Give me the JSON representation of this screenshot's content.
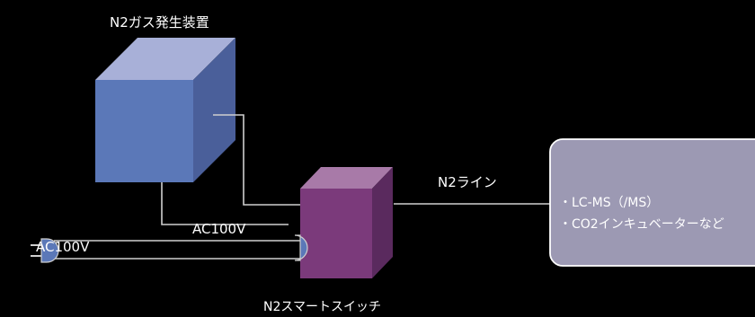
{
  "labels": {
    "generator": "N2ガス発生装置",
    "smart_switch": "N2スマートスイッチ",
    "n2_line": "N2ライン",
    "ac_generator": "AC100V",
    "ac_switch": "AC100V"
  },
  "devices": {
    "items": [
      "・LC-MS（/MS）",
      "・CO2インキュベーターなど"
    ]
  },
  "colors": {
    "background": "#000000",
    "generator_top": "#a8b0d8",
    "generator_front": "#5b78b8",
    "generator_side": "#4a5f9a",
    "switch_top": "#a87aa8",
    "switch_front": "#7b3a7b",
    "switch_side": "#5a2a5e",
    "connector": "#5b78b8",
    "device_panel": "#9c99b3",
    "line": "#cfcfcf"
  }
}
